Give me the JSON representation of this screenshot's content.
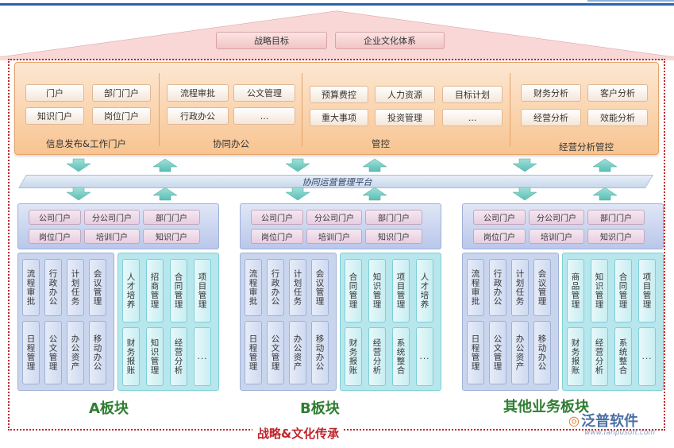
{
  "top": {
    "strategy": "战略目标",
    "culture": "企业文化体系"
  },
  "orange": {
    "g1": {
      "buttons": [
        "门户",
        "部门门户",
        "知识门户",
        "岗位门户"
      ],
      "label": "信息发布&工作门户"
    },
    "g2": {
      "buttons": [
        "流程审批",
        "公文管理",
        "行政办公",
        "..."
      ],
      "label": "协同办公"
    },
    "g3": {
      "buttons": [
        "预算费控",
        "人力资源",
        "目标计划",
        "重大事项",
        "投资管理",
        "..."
      ],
      "label": "管控"
    },
    "g4": {
      "buttons": [
        "财务分析",
        "客户分析",
        "经营分析",
        "效能分析"
      ],
      "label": "经营分析管控"
    }
  },
  "platform": {
    "label": "协同运营管理平台"
  },
  "portal_buttons": [
    "公司门户",
    "分公司门户",
    "部门门户",
    "岗位门户",
    "培训门户",
    "知识门户"
  ],
  "blocks": [
    {
      "label": "A板块",
      "left_cells": [
        "流程审批",
        "行政办公",
        "计划任务",
        "会议管理",
        "日程管理",
        "公文管理",
        "办公资产",
        "移动办公"
      ],
      "right_cells": [
        "人才培养",
        "招商管理",
        "合同管理",
        "项目管理",
        "财务报账",
        "知识管理",
        "经营分析",
        "..."
      ]
    },
    {
      "label": "B板块",
      "left_cells": [
        "流程审批",
        "行政办公",
        "计划任务",
        "会议管理",
        "日程管理",
        "公文管理",
        "办公资产",
        "移动办公"
      ],
      "right_cells": [
        "合同管理",
        "知识管理",
        "项目管理",
        "人才培养",
        "财务报账",
        "经营分析",
        "系统整合",
        "..."
      ]
    },
    {
      "label": "其他业务板块",
      "left_cells": [
        "流程审批",
        "行政办公",
        "计划任务",
        "会议管理",
        "日程管理",
        "公文管理",
        "办公资产",
        "移动办公"
      ],
      "right_cells": [
        "商品管理",
        "知识管理",
        "合同管理",
        "项目管理",
        "财务报账",
        "经营分析",
        "系统整合",
        "..."
      ]
    }
  ],
  "bottom": {
    "label": "战略&文化传承"
  },
  "logo": {
    "name": "泛普软件",
    "url": "www.fanpusoft.com"
  },
  "colors": {
    "accent_red": "#c0242c",
    "green_label": "#2f7d32",
    "orange": "#f8c491"
  }
}
